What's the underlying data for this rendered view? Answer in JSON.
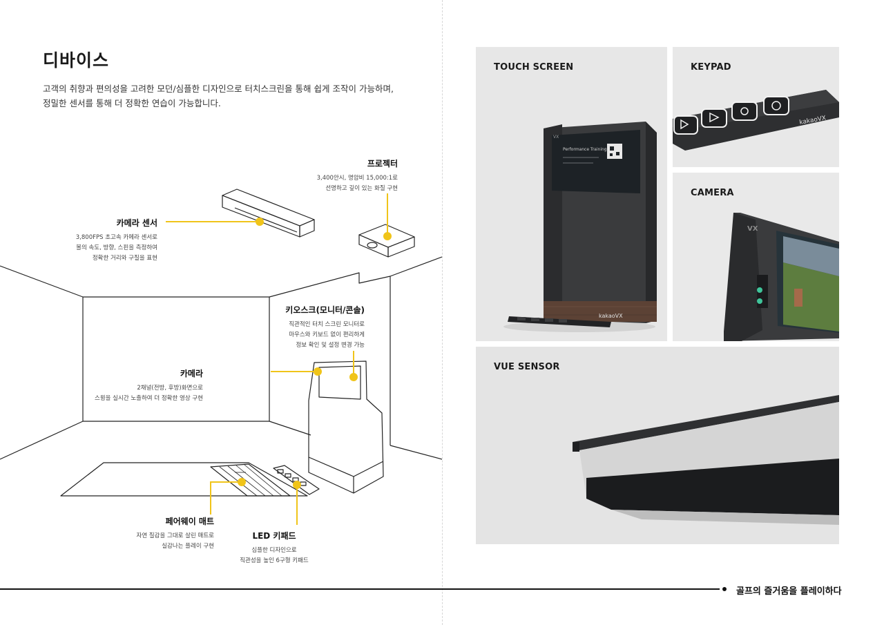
{
  "page": {
    "title": "디바이스",
    "intro": [
      "고객의 취향과 편의성을 고려한 모던/심플한 디자인으로 터치스크린을 통해 쉽게 조작이 가능하며,",
      "정밀한 센서를 통해 더 정확한 연습이 가능합니다."
    ],
    "slogan": "골프의 즐거움을 플레이하다"
  },
  "labels": {
    "projector": {
      "title": "프로젝터",
      "lines": [
        "3,400안시, 명암비 15,000:1로",
        "선명하고 깊이 있는 화질 구현"
      ]
    },
    "camera_sensor": {
      "title": "카메라 센서",
      "lines": [
        "3,800FPS 초고속 카메라 센서로",
        "볼의 속도, 방향, 스핀을 측정하여",
        "정확한 거리와 구질을 표현"
      ]
    },
    "kiosk": {
      "title": "키오스크(모니터/콘솔)",
      "lines": [
        "직관적인 터치 스크린 모니터로",
        "마우스와 키보드 없이 편리하게",
        "정보 확인 및 설정 변경 가능"
      ]
    },
    "camera": {
      "title": "카메라",
      "lines": [
        "2채널(전방, 후방)화면으로",
        "스윙을 실시간 노출하여 더 정확한 영상 구현"
      ]
    },
    "fairway_mat": {
      "title": "페어웨이 매트",
      "lines": [
        "자연 질감을 그대로 살린 매트로",
        "실감나는 플레이 구현"
      ]
    },
    "led_keypad": {
      "title": "LED 키패드",
      "lines": [
        "심플한 디자인으로",
        "직관성을 높인 6구형 키패드"
      ]
    }
  },
  "photos": {
    "touch_screen": {
      "caption": "TOUCH SCREEN",
      "brand": "kakaoVX",
      "screen_text": "Performance Training",
      "logo": "VX"
    },
    "keypad": {
      "caption": "KEYPAD",
      "brand": "kakaoVX"
    },
    "camera": {
      "caption": "CAMERA",
      "logo": "VX"
    },
    "vue_sensor": {
      "caption": "VUE SENSOR"
    }
  },
  "colors": {
    "accent": "#f0c419",
    "line": "#222222",
    "photo_bg": "#e6e6e6",
    "device": "#3a3b3d"
  }
}
